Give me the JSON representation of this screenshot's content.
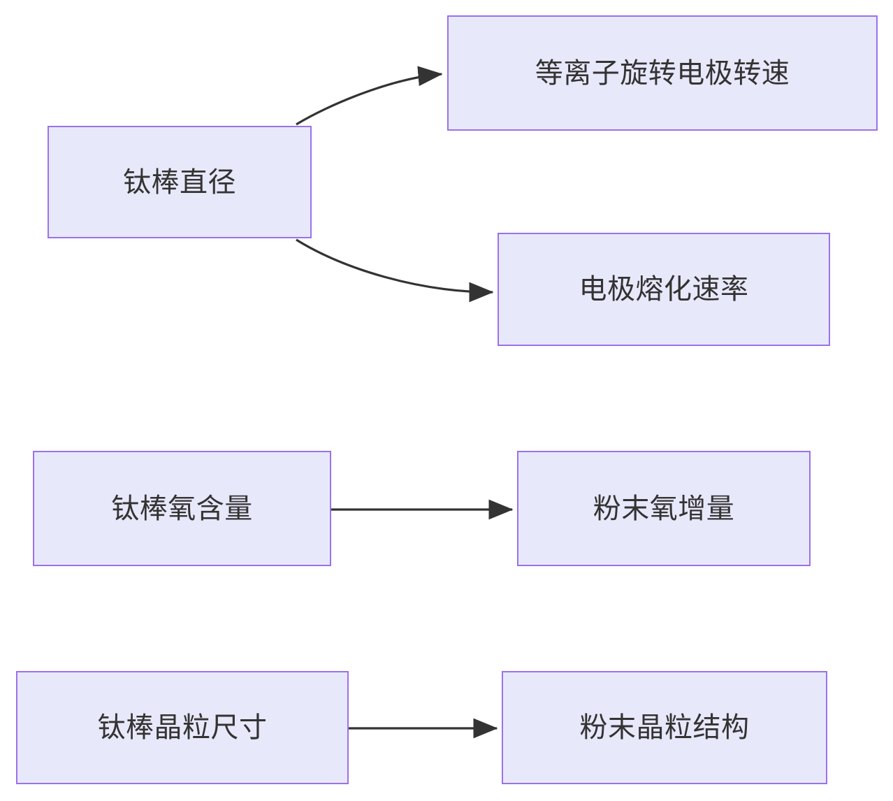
{
  "diagram": {
    "type": "flowchart",
    "direction": "left-to-right",
    "background_color": "#ffffff",
    "node_fill_color": "#e8e8fb",
    "node_border_color": "#9b72e8",
    "node_text_color": "#333333",
    "edge_color": "#333333",
    "nodes": [
      {
        "id": "rod-diameter",
        "label": "钛棒直径"
      },
      {
        "id": "plasma-speed",
        "label": "等离子旋转电极转速"
      },
      {
        "id": "melt-rate",
        "label": "电极熔化速率"
      },
      {
        "id": "rod-oxygen",
        "label": "钛棒氧含量"
      },
      {
        "id": "powder-oxygen",
        "label": "粉末氧增量"
      },
      {
        "id": "rod-grain-size",
        "label": "钛棒晶粒尺寸"
      },
      {
        "id": "powder-grain-str",
        "label": "粉末晶粒结构"
      }
    ],
    "edges": [
      {
        "id": "edge-rod-diameter-to-plasma-speed",
        "from": "rod-diameter",
        "to": "plasma-speed",
        "style": "curved",
        "arrowhead": "solid-triangle",
        "label": ""
      },
      {
        "id": "edge-rod-diameter-to-melt-rate",
        "from": "rod-diameter",
        "to": "melt-rate",
        "style": "curved",
        "arrowhead": "solid-triangle",
        "label": ""
      },
      {
        "id": "edge-rod-oxygen-to-powder-oxygen",
        "from": "rod-oxygen",
        "to": "powder-oxygen",
        "style": "straight",
        "arrowhead": "solid-triangle",
        "label": ""
      },
      {
        "id": "edge-rod-grain-size-to-powder-grain-str",
        "from": "rod-grain-size",
        "to": "powder-grain-str",
        "style": "straight",
        "arrowhead": "solid-triangle",
        "label": ""
      }
    ]
  }
}
